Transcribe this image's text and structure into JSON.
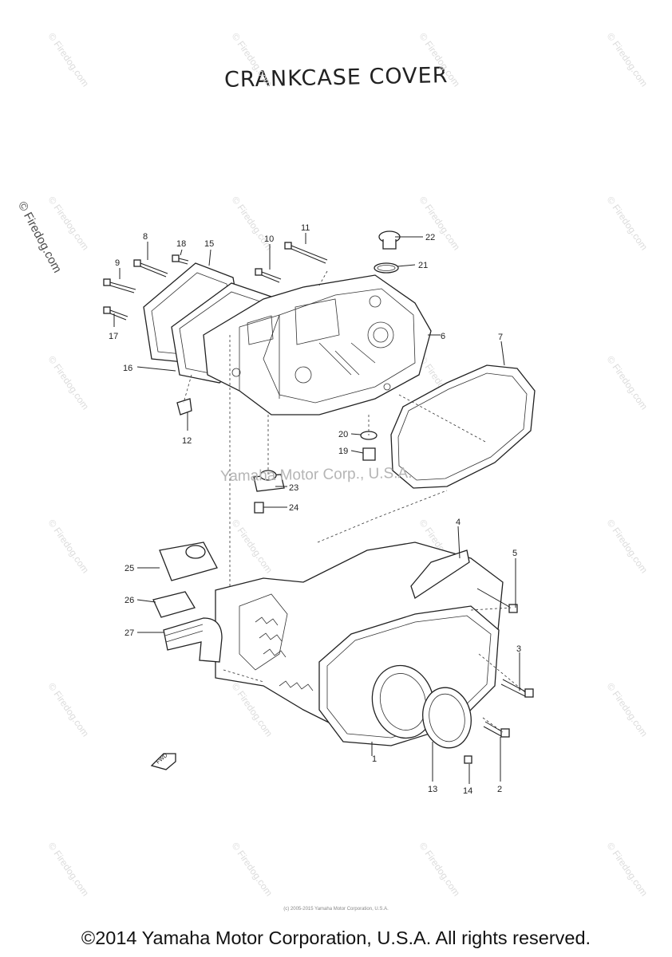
{
  "title": "CRANKCASE COVER",
  "side_watermark": "© Firedog.com",
  "corp_watermark": "Yamaha Motor Corp., U.S.A.",
  "tile_watermark": "© Firedog.com",
  "small_print": "(c) 2005-2015 Yamaha Motor Corporation, U.S.A.",
  "copyright": "©2014 Yamaha Motor Corporation, U.S.A. All rights reserved.",
  "front_arrow_text": "FWD",
  "callouts": [
    {
      "id": "1",
      "label": "1"
    },
    {
      "id": "2",
      "label": "2"
    },
    {
      "id": "3",
      "label": "3"
    },
    {
      "id": "4",
      "label": "4"
    },
    {
      "id": "5",
      "label": "5"
    },
    {
      "id": "6",
      "label": "6"
    },
    {
      "id": "7",
      "label": "7"
    },
    {
      "id": "8",
      "label": "8"
    },
    {
      "id": "9",
      "label": "9"
    },
    {
      "id": "10",
      "label": "10"
    },
    {
      "id": "11",
      "label": "11"
    },
    {
      "id": "12",
      "label": "12"
    },
    {
      "id": "13",
      "label": "13"
    },
    {
      "id": "14",
      "label": "14"
    },
    {
      "id": "15",
      "label": "15"
    },
    {
      "id": "16",
      "label": "16"
    },
    {
      "id": "17",
      "label": "17"
    },
    {
      "id": "18",
      "label": "18"
    },
    {
      "id": "19",
      "label": "19"
    },
    {
      "id": "20",
      "label": "20"
    },
    {
      "id": "21",
      "label": "21"
    },
    {
      "id": "22",
      "label": "22"
    },
    {
      "id": "23",
      "label": "23"
    },
    {
      "id": "24",
      "label": "24"
    },
    {
      "id": "25",
      "label": "25"
    },
    {
      "id": "26",
      "label": "26"
    },
    {
      "id": "27",
      "label": "27"
    }
  ]
}
